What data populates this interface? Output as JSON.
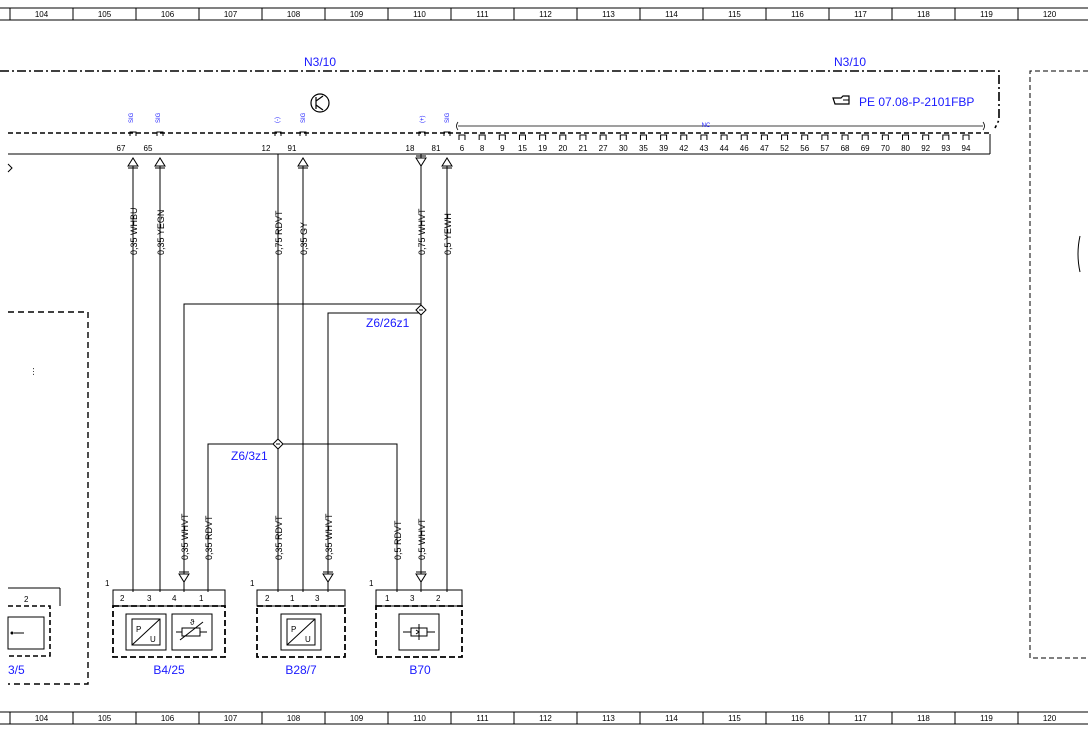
{
  "ruler": {
    "numbers": [
      "104",
      "105",
      "106",
      "107",
      "108",
      "109",
      "110",
      "111",
      "112",
      "113",
      "114",
      "115",
      "116",
      "117",
      "118",
      "119",
      "120"
    ]
  },
  "module": {
    "left_label": "N3/10",
    "right_label": "N3/10",
    "reference": "PE 07.08-P-2101FBP",
    "nc_label": "NC",
    "connector_pins": [
      "6",
      "8",
      "9",
      "15",
      "19",
      "20",
      "21",
      "27",
      "30",
      "35",
      "39",
      "42",
      "43",
      "44",
      "46",
      "47",
      "52",
      "56",
      "57",
      "68",
      "69",
      "70",
      "80",
      "92",
      "93",
      "94"
    ],
    "pins": [
      {
        "num": "67",
        "tag": "SIG"
      },
      {
        "num": "65",
        "tag": "SIG"
      },
      {
        "num": "12",
        "tag": "(-)"
      },
      {
        "num": "91",
        "tag": "SIG"
      },
      {
        "num": "18",
        "tag": "(+)"
      },
      {
        "num": "81",
        "tag": "SIG"
      }
    ]
  },
  "wires": [
    {
      "label": "0,35 WHBU"
    },
    {
      "label": "0,35 YEGN"
    },
    {
      "label": "0,75 RDVT"
    },
    {
      "label": "0,35 GY"
    },
    {
      "label": "0,75 WHVT"
    },
    {
      "label": "0,5 YEWH"
    }
  ],
  "lower_wires": [
    {
      "label": "0,35 WHVT"
    },
    {
      "label": "0,35 RDVT"
    },
    {
      "label": "0,35 RDVT"
    },
    {
      "label": "0,35 WHVT"
    },
    {
      "label": "0,5 RDVT"
    },
    {
      "label": "0,5 WHVT"
    }
  ],
  "splices": {
    "upper": "Z6/26z1",
    "lower": "Z6/3z1"
  },
  "components": {
    "b425": {
      "name": "B4/25",
      "corner": "1",
      "pins": [
        "2",
        "3",
        "4",
        "1"
      ]
    },
    "b287": {
      "name": "B28/7",
      "corner": "1",
      "pins": [
        "2",
        "1",
        "3"
      ]
    },
    "b70": {
      "name": "B70",
      "corner": "1",
      "pins": [
        "1",
        "3",
        "2"
      ]
    },
    "left": {
      "name": "3/5",
      "pin": "2"
    }
  },
  "symbols": {
    "pu": "P/U"
  },
  "colors": {
    "accent": "#1a1aff",
    "line": "#000000"
  }
}
